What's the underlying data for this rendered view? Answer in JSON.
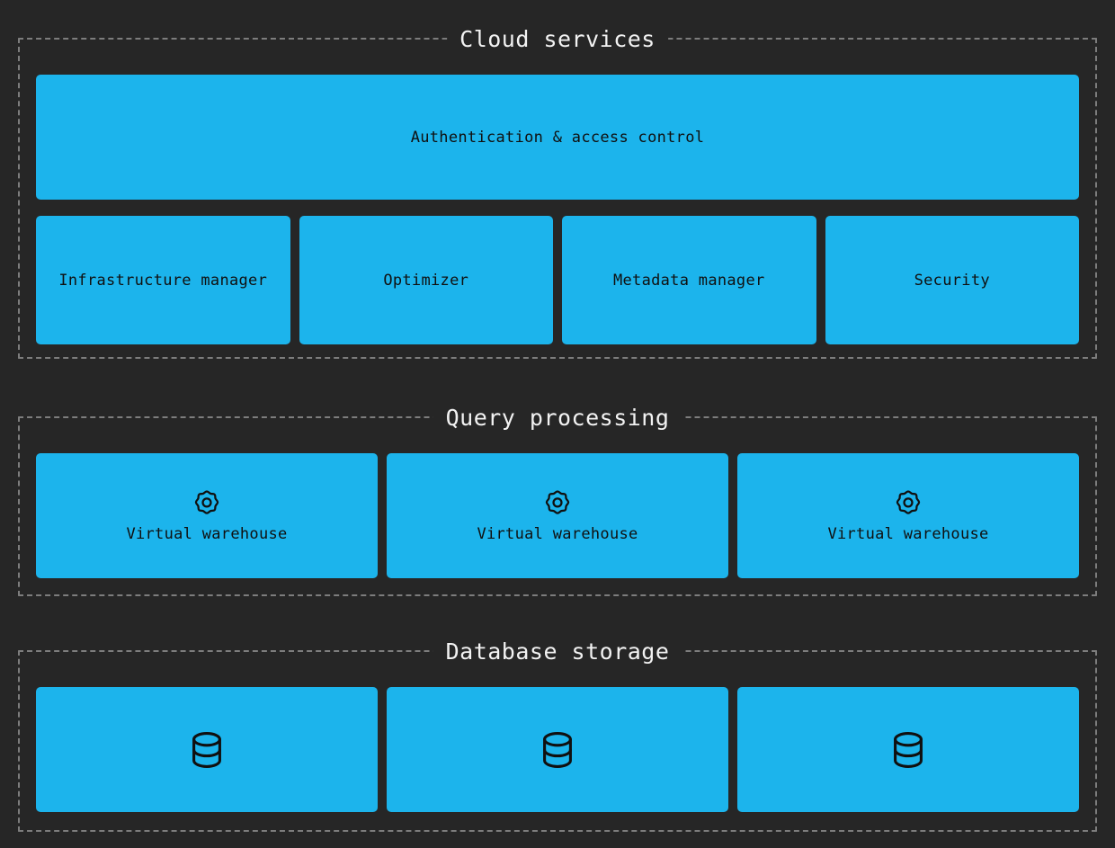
{
  "theme": {
    "background": "#262626",
    "box_fill": "#1cb4ec",
    "box_text": "#101010",
    "border": "#7d7d7d",
    "title_text": "#f2f2f2"
  },
  "sections": [
    {
      "id": "cloud-services",
      "title": "Cloud services",
      "rows": [
        {
          "id": "auth-row",
          "boxes": [
            {
              "label": "Authentication & access control",
              "icon": null
            }
          ]
        },
        {
          "id": "services-row",
          "boxes": [
            {
              "label": "Infrastructure manager",
              "icon": null
            },
            {
              "label": "Optimizer",
              "icon": null
            },
            {
              "label": "Metadata manager",
              "icon": null
            },
            {
              "label": "Security",
              "icon": null
            }
          ]
        }
      ]
    },
    {
      "id": "query-processing",
      "title": "Query processing",
      "rows": [
        {
          "id": "warehouses-row",
          "boxes": [
            {
              "label": "Virtual warehouse",
              "icon": "gear-icon"
            },
            {
              "label": "Virtual warehouse",
              "icon": "gear-icon"
            },
            {
              "label": "Virtual warehouse",
              "icon": "gear-icon"
            }
          ]
        }
      ]
    },
    {
      "id": "database-storage",
      "title": "Database storage",
      "rows": [
        {
          "id": "databases-row",
          "boxes": [
            {
              "label": "",
              "icon": "database-icon"
            },
            {
              "label": "",
              "icon": "database-icon"
            },
            {
              "label": "",
              "icon": "database-icon"
            }
          ]
        }
      ]
    }
  ]
}
